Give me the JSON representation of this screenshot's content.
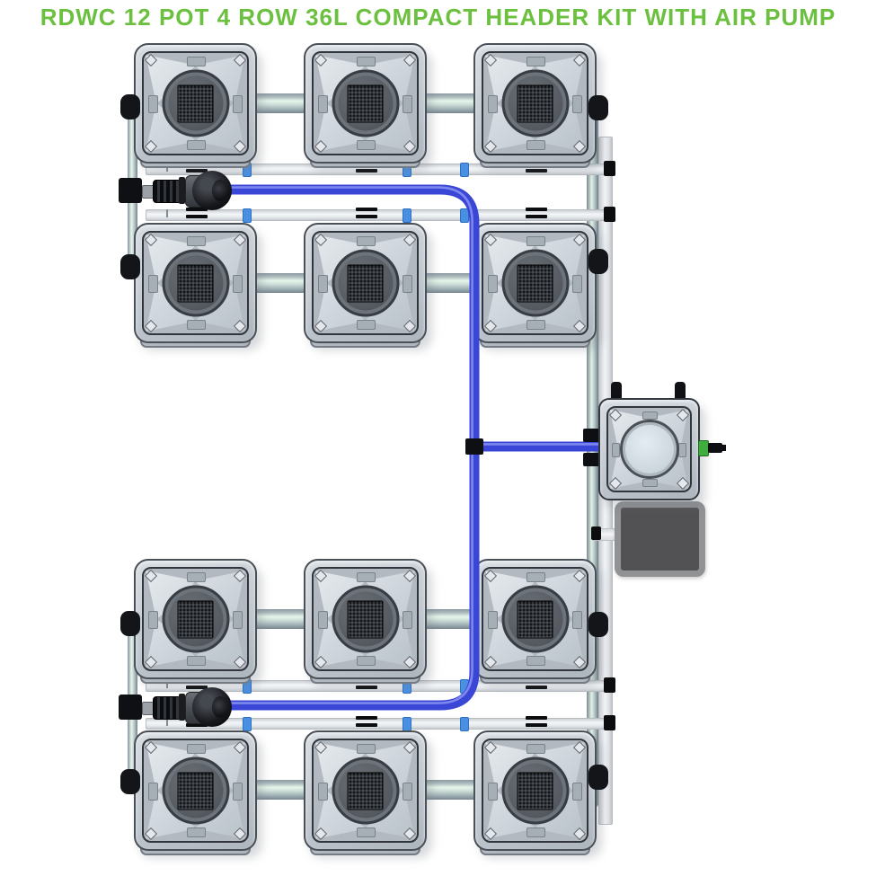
{
  "title": {
    "text": "RDWC 12 POT 4 ROW 36L COMPACT HEADER KIT WITH AIR PUMP"
  },
  "components": {
    "grow_pot_count": 12,
    "pot_rows": 4,
    "pots_per_row": 3,
    "header_tank_count": 1,
    "water_pump_count": 2,
    "air_pump_count": 1
  },
  "colors": {
    "title_green": "#6cc03f",
    "tube_blue": "#3a46d6",
    "tube_blue_highlight": "#828bf0",
    "tube_blue_shadow": "#2e38b0",
    "pipe_teal_highlight": "#e6f6ec",
    "pipe_white": "#f2f4f6",
    "clip_blue": "#4a90e2",
    "pump_black": "#17181c",
    "valve_green": "#3fae3f",
    "air_pump_grey": "#525254",
    "pot_grey": "#c0c7ce"
  }
}
